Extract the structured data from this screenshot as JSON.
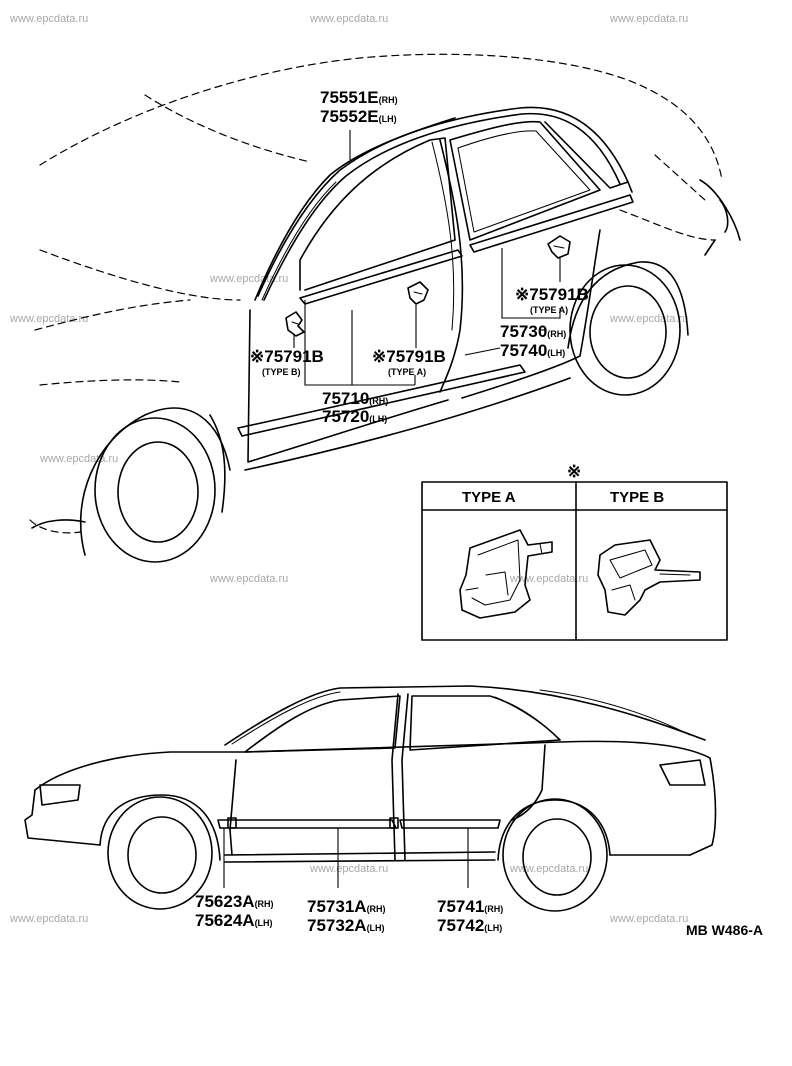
{
  "watermark": "www.epcdata.ru",
  "asterisk": "※",
  "parts": {
    "p75551E": {
      "num": "75551E",
      "side": "(RH)"
    },
    "p75552E": {
      "num": "75552E",
      "side": "(LH)"
    },
    "p75791B_upper": {
      "num": "75791B",
      "type": "(TYPE A)"
    },
    "p75791B_left": {
      "num": "75791B",
      "type": "(TYPE B)"
    },
    "p75791B_mid": {
      "num": "75791B",
      "type": "(TYPE A)"
    },
    "p75730": {
      "num": "75730",
      "side": "(RH)"
    },
    "p75740": {
      "num": "75740",
      "side": "(LH)"
    },
    "p75710": {
      "num": "75710",
      "side": "(RH)"
    },
    "p75720": {
      "num": "75720",
      "side": "(LH)"
    },
    "p75623A": {
      "num": "75623A",
      "side": "(RH)"
    },
    "p75624A": {
      "num": "75624A",
      "side": "(LH)"
    },
    "p75731A": {
      "num": "75731A",
      "side": "(RH)"
    },
    "p75732A": {
      "num": "75732A",
      "side": "(LH)"
    },
    "p75741": {
      "num": "75741",
      "side": "(RH)"
    },
    "p75742": {
      "num": "75742",
      "side": "(LH)"
    }
  },
  "type_box": {
    "type_a": "TYPE A",
    "type_b": "TYPE B"
  },
  "diagram_code": "MB W486-A"
}
